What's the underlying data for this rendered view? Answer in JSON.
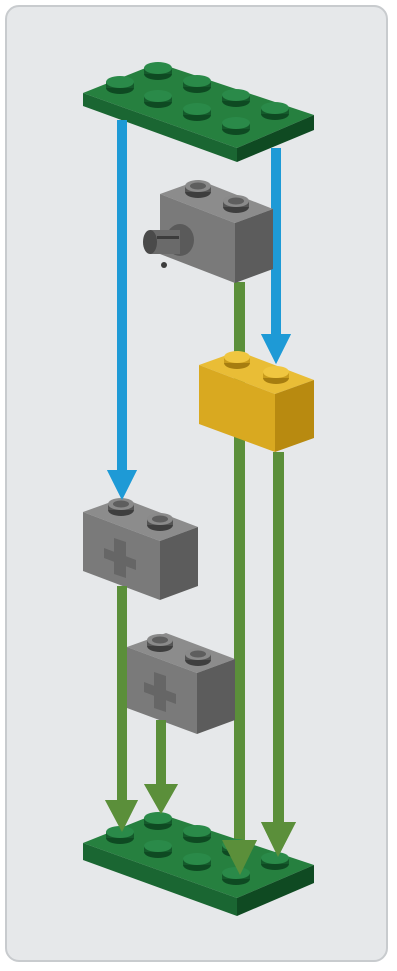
{
  "instruction_step": {
    "colors": {
      "background": "#e6e8ea",
      "border": "#c8cbce",
      "plate_green": "#1e6b37",
      "arrow_blue": "#1e9ad6",
      "arrow_green": "#5b8f3a",
      "brick_gray": "#6e6e6e",
      "brick_yellow": "#e0b22a"
    },
    "parts": [
      {
        "name": "top-plate-2x4",
        "color": "green"
      },
      {
        "name": "technic-brick-1x2-with-axle",
        "color": "gray"
      },
      {
        "name": "brick-1x2",
        "color": "yellow"
      },
      {
        "name": "technic-brick-1x2-axle-hole",
        "color": "gray"
      },
      {
        "name": "technic-brick-1x2-axle-hole",
        "color": "gray"
      },
      {
        "name": "bottom-plate-2x4",
        "color": "green"
      }
    ],
    "arrows": [
      {
        "name": "blue-arrow-left",
        "color": "blue"
      },
      {
        "name": "blue-arrow-right",
        "color": "blue"
      },
      {
        "name": "green-arrow",
        "color": "green"
      },
      {
        "name": "green-arrow",
        "color": "green"
      },
      {
        "name": "green-arrow",
        "color": "green"
      },
      {
        "name": "green-arrow",
        "color": "green"
      }
    ]
  }
}
